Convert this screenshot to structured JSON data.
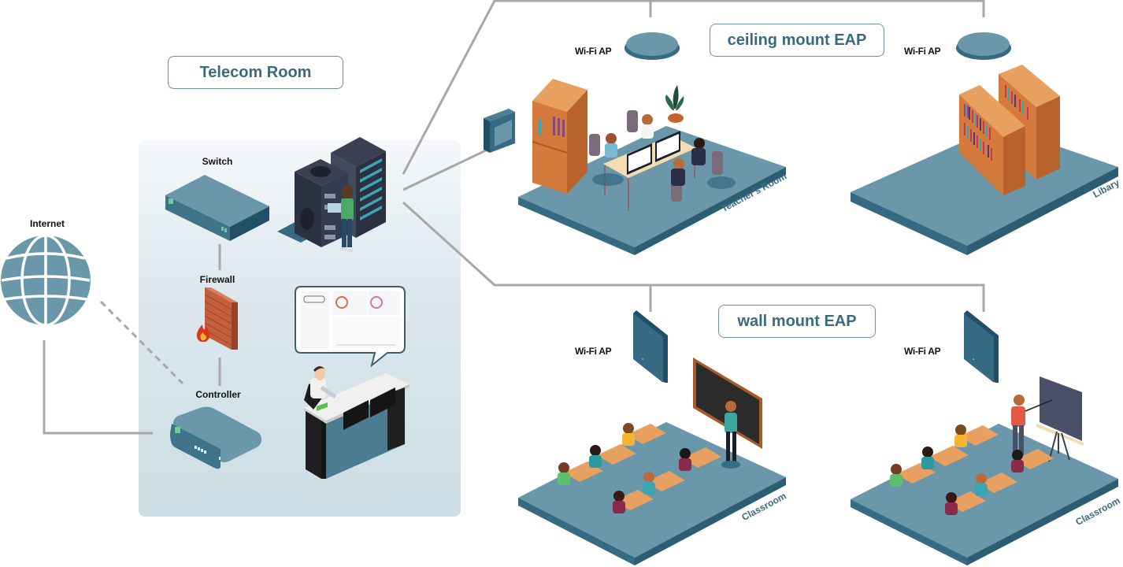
{
  "diagram": {
    "telecom_room": {
      "title": "Telecom Room",
      "devices": {
        "switch": "Switch",
        "firewall": "Firewall",
        "controller": "Controller"
      }
    },
    "internet": {
      "label": "Internet"
    },
    "ceiling_section": {
      "title": "ceiling mount EAP",
      "ap_labels": [
        "Wi-Fi AP",
        "Wi-Fi AP"
      ],
      "rooms": [
        "Teacher's Room",
        "Libary"
      ]
    },
    "wall_section": {
      "title": "wall mount EAP",
      "ap_labels": [
        "Wi-Fi AP",
        "Wi-Fi AP"
      ],
      "rooms": [
        "Classroom",
        "Classroom"
      ]
    },
    "colors": {
      "accent": "#3b6a80",
      "device": "#6a97a9",
      "device_dark": "#356a82",
      "floor": "#6a97a9",
      "line": "#a8a8a8",
      "panel": "#cbdde4"
    }
  }
}
